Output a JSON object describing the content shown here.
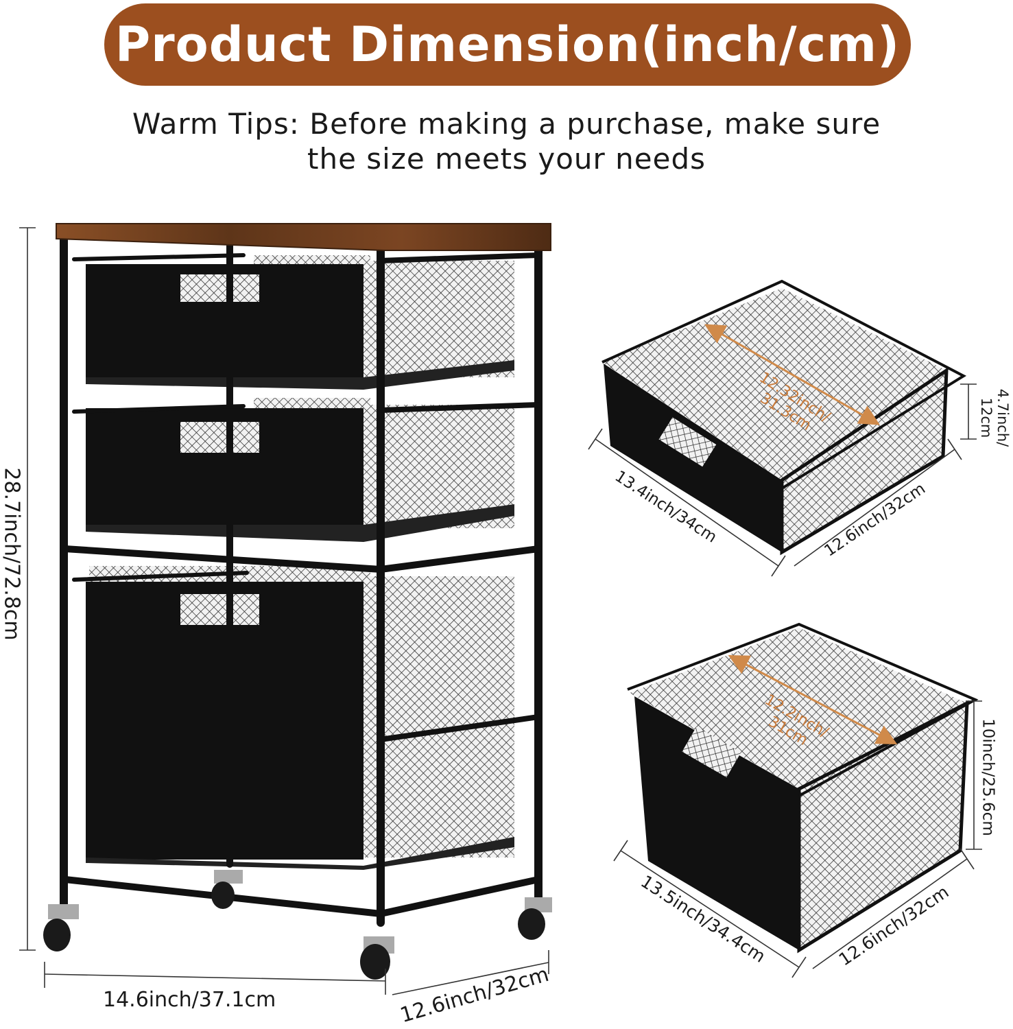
{
  "banner": {
    "title": "Product Dimension(inch/cm)",
    "color": "#9c4f1f"
  },
  "tips": {
    "line1": "Warm Tips: Before making a purchase, make sure",
    "line2": "the size meets your needs"
  },
  "cart": {
    "height_label": "28.7inch/72.8cm",
    "width_label": "14.6inch/37.1cm",
    "depth_label": "12.6inch/32cm",
    "wood_color": "#6b3d1e"
  },
  "small_drawer": {
    "inner_label": "12.32inch/ 31.3cm",
    "height_label": "4.7inch/ 12cm",
    "length_label": "13.4inch/34cm",
    "depth_label": "12.6inch/32cm"
  },
  "large_drawer": {
    "inner_label": "12.2inch/ 31cm",
    "height_label": "10inch/25.6cm",
    "length_label": "13.5inch/34.4cm",
    "depth_label": "12.6inch/32cm"
  },
  "accent_color": "#d08a4a"
}
